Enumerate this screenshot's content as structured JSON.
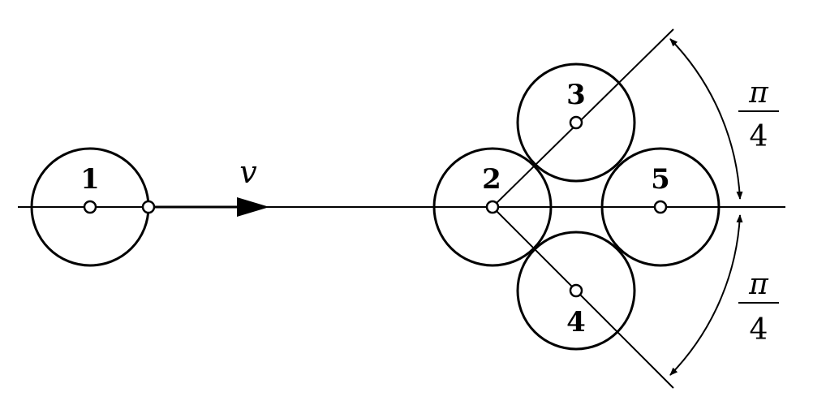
{
  "labels": {
    "ball1": "1",
    "ball2": "2",
    "ball3": "3",
    "ball4": "4",
    "ball5": "5",
    "velocity": "v"
  },
  "angles": {
    "upper": {
      "numerator": "π",
      "denominator": "4"
    },
    "lower": {
      "numerator": "π",
      "denominator": "4"
    }
  }
}
